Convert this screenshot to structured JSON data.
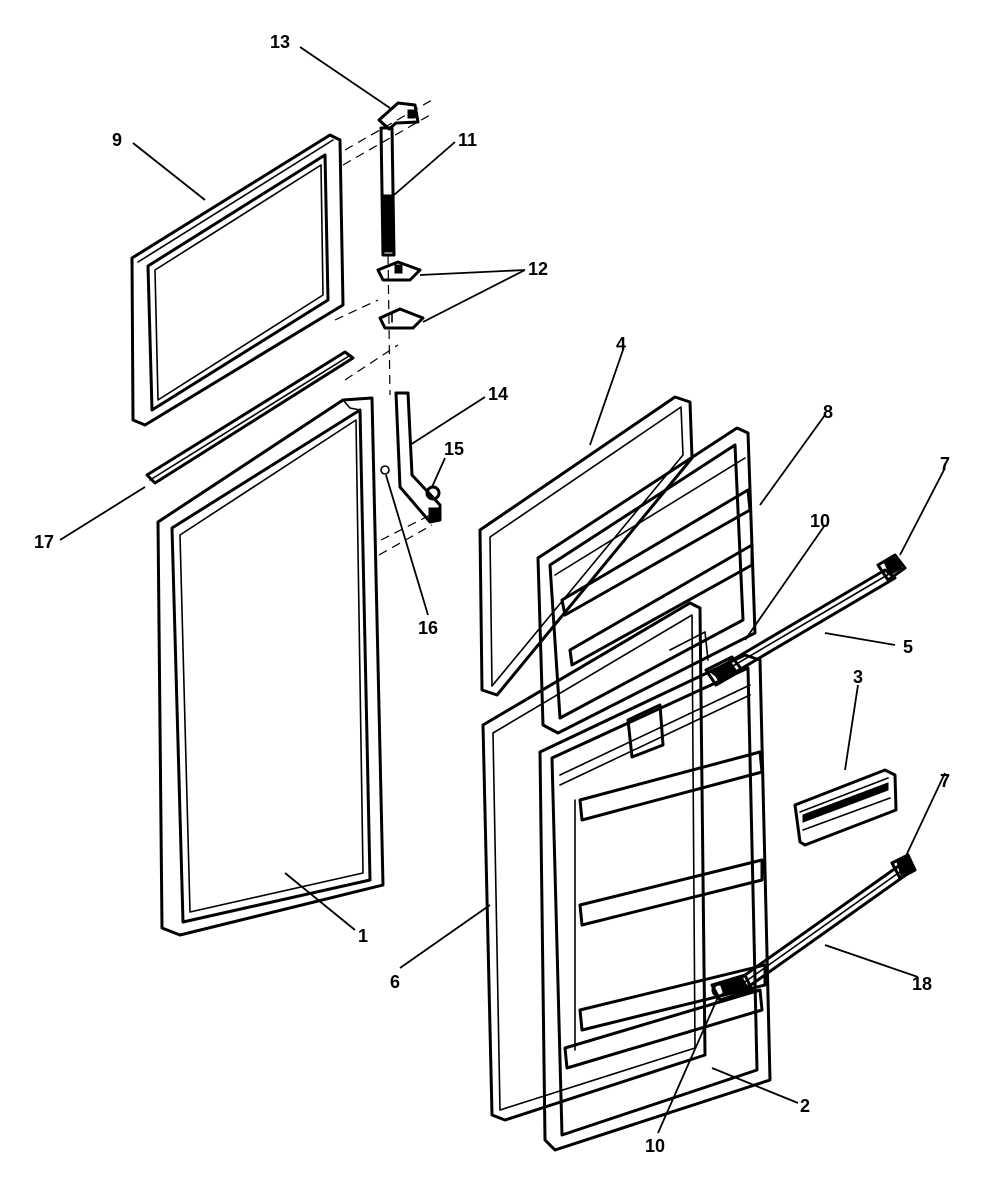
{
  "callouts": {
    "c13": "13",
    "c9": "9",
    "c11": "11",
    "c12": "12",
    "c4": "4",
    "c14": "14",
    "c8": "8",
    "c15": "15",
    "c7_upper": "7",
    "c17": "17",
    "c10_upper": "10",
    "c16": "16",
    "c5": "5",
    "c3": "3",
    "c7_lower": "7",
    "c1": "1",
    "c6": "6",
    "c18": "18",
    "c2": "2",
    "c10_lower": "10"
  }
}
